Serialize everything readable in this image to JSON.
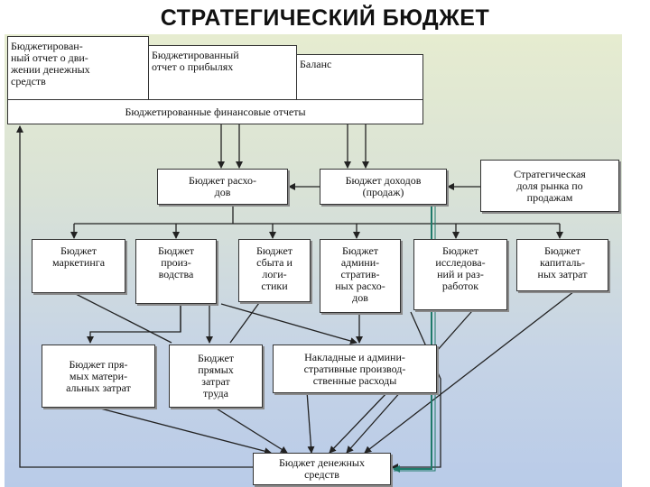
{
  "title": "СТРАТЕГИЧЕСКИЙ БЮДЖЕТ",
  "colors": {
    "line": "#222222",
    "accent_line": "#1f7a6a",
    "box_border": "#333333"
  },
  "top_group": {
    "cash_flow_report": "Бюджетирован-\nный отчет о дви-\nжении денежных\nсредств",
    "profit_report": "Бюджетированный\nотчет о прибылях",
    "balance": "Баланс",
    "financial_reports": "Бюджетированные финансовые отчеты"
  },
  "row2": {
    "expense_budget": "Бюджет расхо-\nдов",
    "revenue_budget": "Бюджет доходов\n(продаж)",
    "market_share": "Стратегическая\nдоля рынка по\nпродажам"
  },
  "row3": {
    "marketing": "Бюджет\nмаркетинга",
    "production": "Бюджет\nпроиз-\nводства",
    "sales_logistics": "Бюджет\nсбыта и\nлоги-\nстики",
    "admin": "Бюджет\nадмини-\nстратив-\nных расхо-\nдов",
    "rnd": "Бюджет\nисследова-\nний и раз-\nработок",
    "capital": "Бюджет\nкапиталь-\nных затрат"
  },
  "row4": {
    "direct_materials": "Бюджет пря-\nмых матери-\nальных затрат",
    "direct_labor": "Бюджет\nпрямых\nзатрат\nтруда",
    "overhead": "Накладные и админи-\nстративные производ-\nственные расходы"
  },
  "cash_budget": "Бюджет денежных\nсредств"
}
